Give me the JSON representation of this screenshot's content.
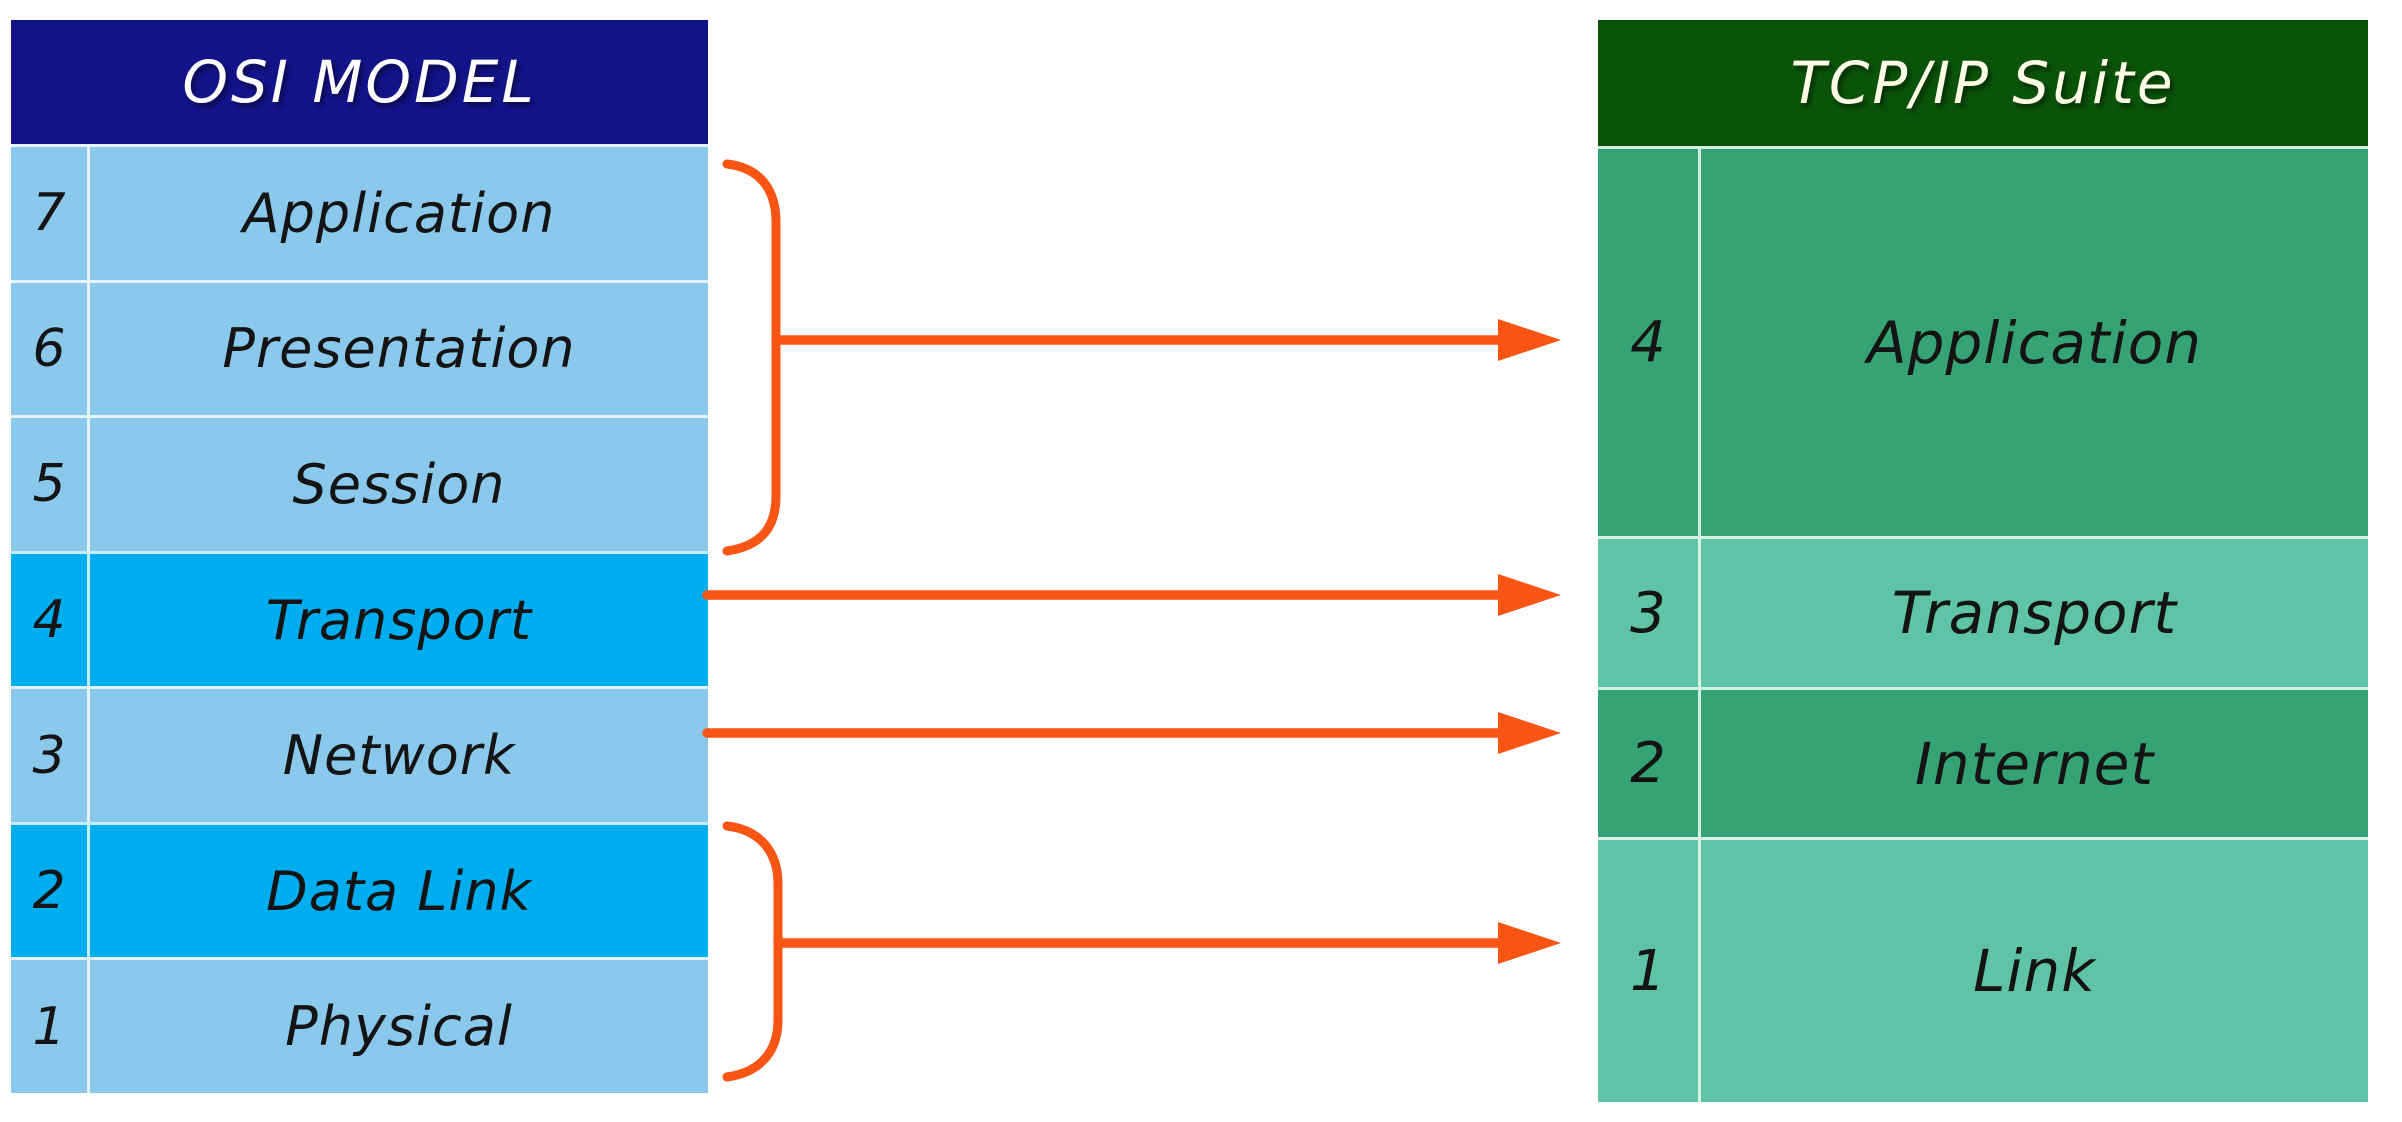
{
  "left_table": {
    "title": "OSI MODEL",
    "rows": [
      {
        "num": "7",
        "label": "Application",
        "tone": "light"
      },
      {
        "num": "6",
        "label": "Presentation",
        "tone": "light"
      },
      {
        "num": "5",
        "label": "Session",
        "tone": "light"
      },
      {
        "num": "4",
        "label": "Transport",
        "tone": "bright"
      },
      {
        "num": "3",
        "label": "Network",
        "tone": "light"
      },
      {
        "num": "2",
        "label": "Data Link",
        "tone": "bright"
      },
      {
        "num": "1",
        "label": "Physical",
        "tone": "light"
      }
    ]
  },
  "right_table": {
    "title": "TCP/IP Suite",
    "rows": [
      {
        "num": "4",
        "label": "Application",
        "tone": "medium"
      },
      {
        "num": "3",
        "label": "Transport",
        "tone": "light"
      },
      {
        "num": "2",
        "label": "Internet",
        "tone": "medium"
      },
      {
        "num": "1",
        "label": "Link",
        "tone": "light"
      }
    ]
  },
  "mappings": [
    {
      "from": "OSI 7-5 (Application, Presentation, Session)",
      "to": "TCP/IP 4 (Application)",
      "connector": "brace-arrow"
    },
    {
      "from": "OSI 4 (Transport)",
      "to": "TCP/IP 3 (Transport)",
      "connector": "arrow"
    },
    {
      "from": "OSI 3 (Network)",
      "to": "TCP/IP 2 (Internet)",
      "connector": "arrow"
    },
    {
      "from": "OSI 2-1 (Data Link, Physical)",
      "to": "TCP/IP 1 (Link)",
      "connector": "brace-arrow"
    }
  ],
  "colors": {
    "osi_header_bg": "#13138A",
    "osi_row_light": "#8AC9EC",
    "osi_row_bright": "#00AEF0",
    "tcpip_header_bg": "#0A5409",
    "tcpip_row_medium": "#36A376",
    "tcpip_row_light": "#5FC4A5",
    "arrow": "#F85414",
    "header_text": "#FFFFFF",
    "tcpip_header_text": "#FFFDE7",
    "row_text": "#141414"
  }
}
